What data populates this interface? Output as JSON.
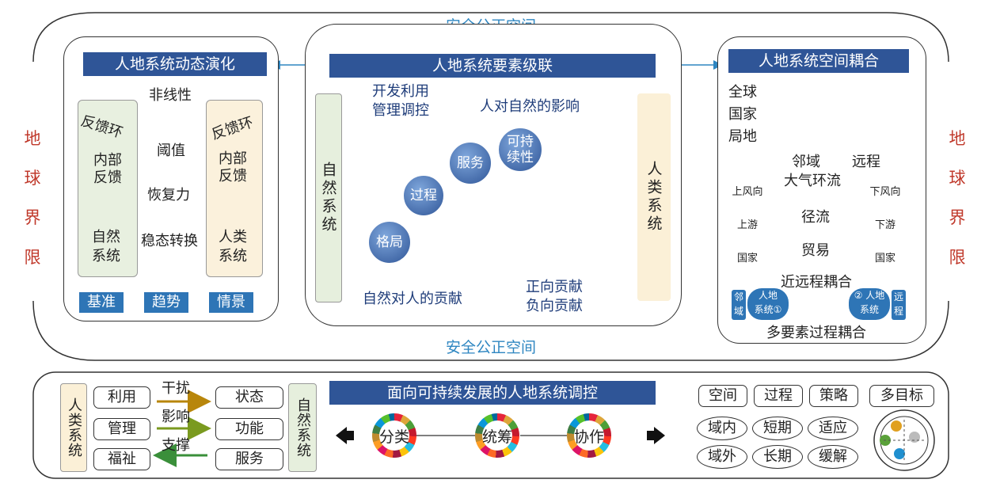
{
  "outer": {
    "safe_top": "安全公正空间",
    "safe_bottom": "安全公正空间",
    "earth_left": [
      "地",
      "球",
      "界",
      "限"
    ],
    "earth_right": [
      "地",
      "球",
      "界",
      "限"
    ]
  },
  "left_panel": {
    "title": "人地系统动态演化",
    "nonlinear": "非线性",
    "feedback_loop_left": "反馈环",
    "feedback_loop_right": "反馈环",
    "internal_left": "内部\n反馈",
    "internal_right": "内部\n反馈",
    "threshold": "阈值",
    "resilience": "恢复力",
    "natural_system": "自然\n系统",
    "human_system": "人类\n系统",
    "regime_shift": "稳态转换",
    "flow": [
      "基准",
      "趋势",
      "情景"
    ]
  },
  "center_panel": {
    "title": "人地系统要素级联",
    "natural_system": "自然系统",
    "human_system": "人类系统",
    "develop": "开发利用\n管理调控",
    "human_impact": "人对自然的影响",
    "nature_contrib": "自然对人的贡献",
    "positive": "正向贡献",
    "negative": "负向贡献",
    "bubbles": [
      "格局",
      "过程",
      "服务",
      "可持\n续性"
    ]
  },
  "right_panel": {
    "title": "人地系统空间耦合",
    "scales": [
      "全球",
      "国家",
      "局地"
    ],
    "axis_x": [
      "邻域",
      "远程"
    ],
    "rows": [
      {
        "label": "大气环流",
        "left": "上风向",
        "right": "下风向"
      },
      {
        "label": "径流",
        "left": "上游",
        "right": "下游"
      },
      {
        "label": "贸易",
        "left": "国家",
        "right": "国家"
      }
    ],
    "near_far": "近远程耦合",
    "left_side": "邻\n域",
    "right_side": "远\n程",
    "sys1": "人地\n系统①",
    "sys2": "② 人地\n系统",
    "multi": "多要素过程耦合"
  },
  "bottom_panel": {
    "title": "面向可持续发展的人地系统调控",
    "human_system": "人类系统",
    "natural_system": "自然系统",
    "human_items": [
      "利用",
      "管理",
      "福祉"
    ],
    "nature_items": [
      "状态",
      "功能",
      "服务"
    ],
    "arrow_labels": [
      "干扰",
      "影响",
      "支撑"
    ],
    "colors": {
      "arrow1": "#b8860b",
      "arrow2": "#7a9a1f",
      "arrow3": "#3a8f3a"
    },
    "rings": [
      "分类",
      "统筹",
      "协作"
    ],
    "right_boxes": [
      "空间",
      "过程",
      "策略",
      "多目标"
    ],
    "right_ovals": [
      "域内",
      "短期",
      "适应",
      "域外",
      "长期",
      "缓解"
    ]
  }
}
